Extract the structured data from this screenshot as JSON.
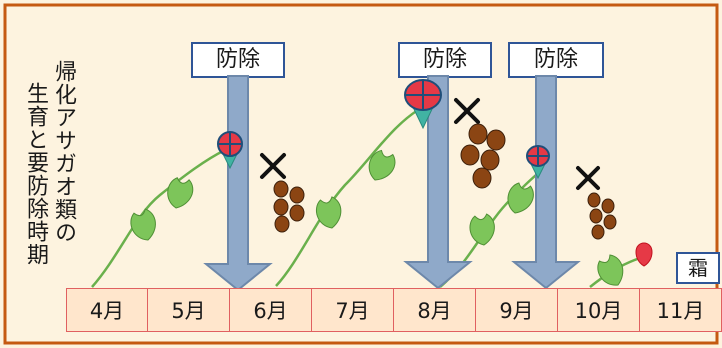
{
  "title": "帰化アサガオ類の生育と要防除時期",
  "title_columns": [
    "帰化アサガオ類の",
    "生育と要防除時期"
  ],
  "control_label": "防除",
  "control_labels": [
    "防除",
    "防除",
    "防除"
  ],
  "months": [
    "4月",
    "5月",
    "6月",
    "7月",
    "8月",
    "9月",
    "10月",
    "11月"
  ],
  "frost_label": "霜",
  "colors": {
    "background": "#fdf3df",
    "frame": "#c55a11",
    "arrow": "#8fa9c9",
    "arrow_border": "#6d88aa",
    "vine": "#6ab04c",
    "leaf": "#7dc55a",
    "flower": "#e63946",
    "seed": "#8b4513",
    "month_border": "#e06060"
  },
  "icons": [
    "leaf-icon",
    "flower-bud-icon",
    "seed-icon",
    "cross-mark-icon",
    "down-arrow-icon"
  ]
}
